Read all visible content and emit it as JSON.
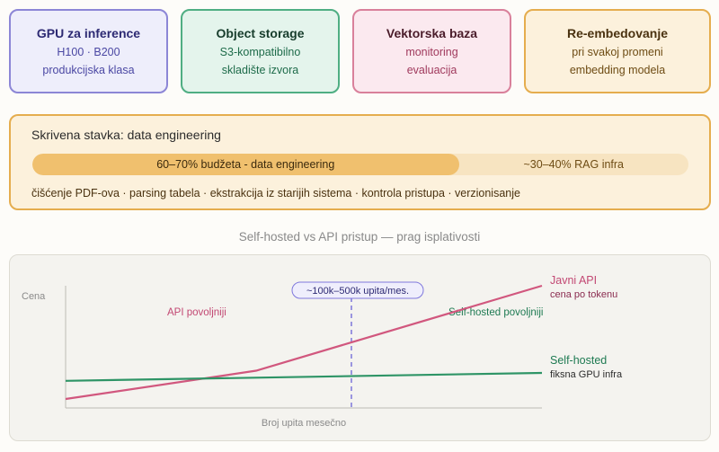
{
  "cards": [
    {
      "title": "GPU za inference",
      "line1": "H100 · B200",
      "line2": "produkcijska klasa"
    },
    {
      "title": "Object storage",
      "line1": "S3-kompatibilno",
      "line2": "skladište izvora"
    },
    {
      "title": "Vektorska baza",
      "line1": "monitoring",
      "line2": "evaluacija"
    },
    {
      "title": "Re-embedovanje",
      "line1": "pri svakoj promeni",
      "line2": "embedding modela"
    }
  ],
  "hidden": {
    "title": "Skrivena stavka: data engineering",
    "bar_fill_label": "60–70% budžeta - data engineering",
    "bar_rest_label": "~30–40% RAG infra",
    "fill_fraction": 0.65,
    "tasks": "čišćenje PDF-ova · parsing tabela · ekstrakcija iz starijih sistema · kontrola pristupa · verzionisanje"
  },
  "chart_title": "Self-hosted vs API pristup — prag isplativosti",
  "chart_data": {
    "type": "line",
    "ylabel": "Cena",
    "xlabel": "Broj upita mesečno",
    "threshold_label": "~100k–500k upita/mes.",
    "region_left": "API povoljniji",
    "region_right": "Self-hosted povoljniji",
    "series": [
      {
        "name": "Javni API",
        "sublabel": "cena po tokenu",
        "color": "#d1577e",
        "points": [
          [
            0,
            0
          ],
          [
            0.4,
            0.25
          ],
          [
            1,
            1
          ]
        ]
      },
      {
        "name": "Self-hosted",
        "sublabel": "fiksna GPU infra",
        "color": "#2e9466",
        "points": [
          [
            0,
            0.16
          ],
          [
            1,
            0.23
          ]
        ]
      }
    ],
    "threshold_x": 0.6
  }
}
